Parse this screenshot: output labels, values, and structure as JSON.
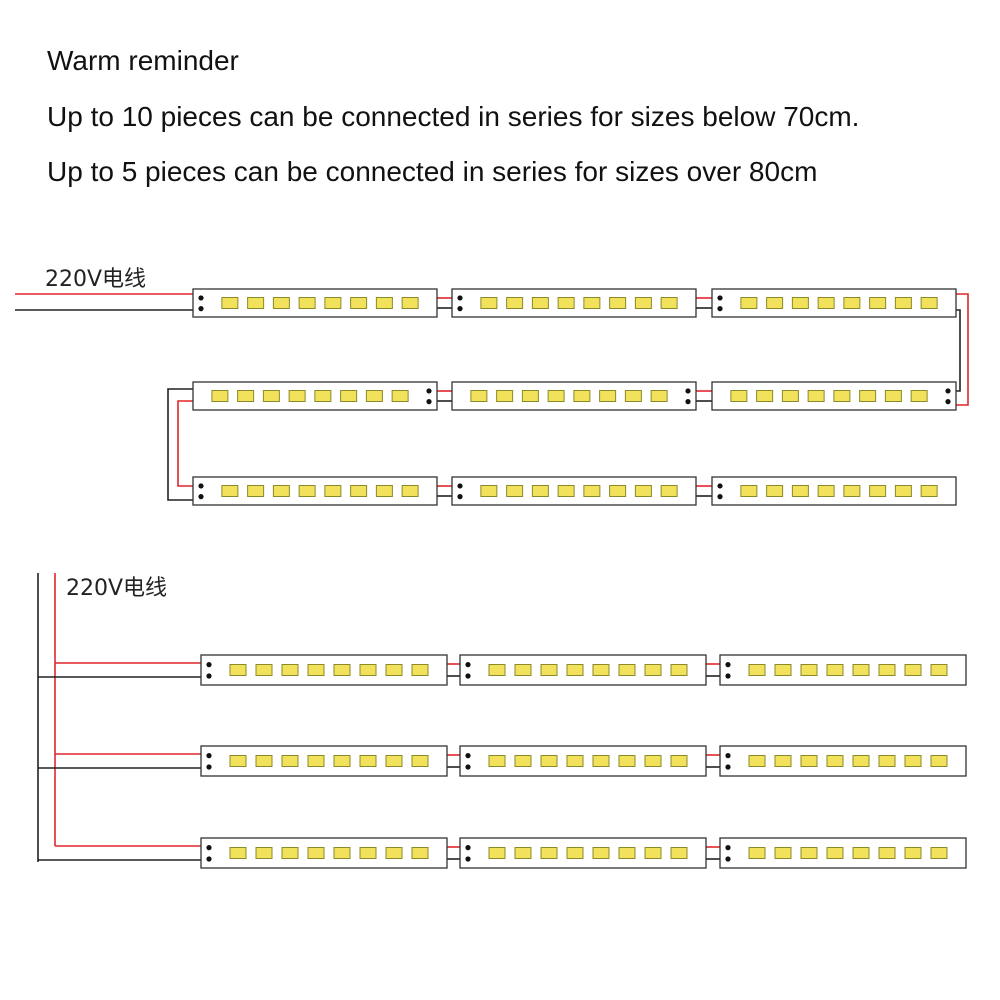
{
  "reminder": {
    "title": "Warm reminder",
    "line1": "Up to 10 pieces can be connected in series for sizes below 70cm.",
    "line2": "Up to 5 pieces can be connected in series for sizes over 80cm"
  },
  "series_diagram": {
    "wire_label": "220V电线",
    "rows": 3,
    "strips_per_row": 3,
    "leds_per_strip": 8
  },
  "parallel_diagram": {
    "wire_label": "220V电线",
    "rows": 3,
    "strips_per_row": 3,
    "leds_per_strip": 8
  },
  "colors": {
    "red_wire": "#e0262b",
    "black_wire": "#222222",
    "led_fill": "#f2e15a",
    "led_stroke": "#8a8a2a",
    "strip_stroke": "#333333"
  }
}
